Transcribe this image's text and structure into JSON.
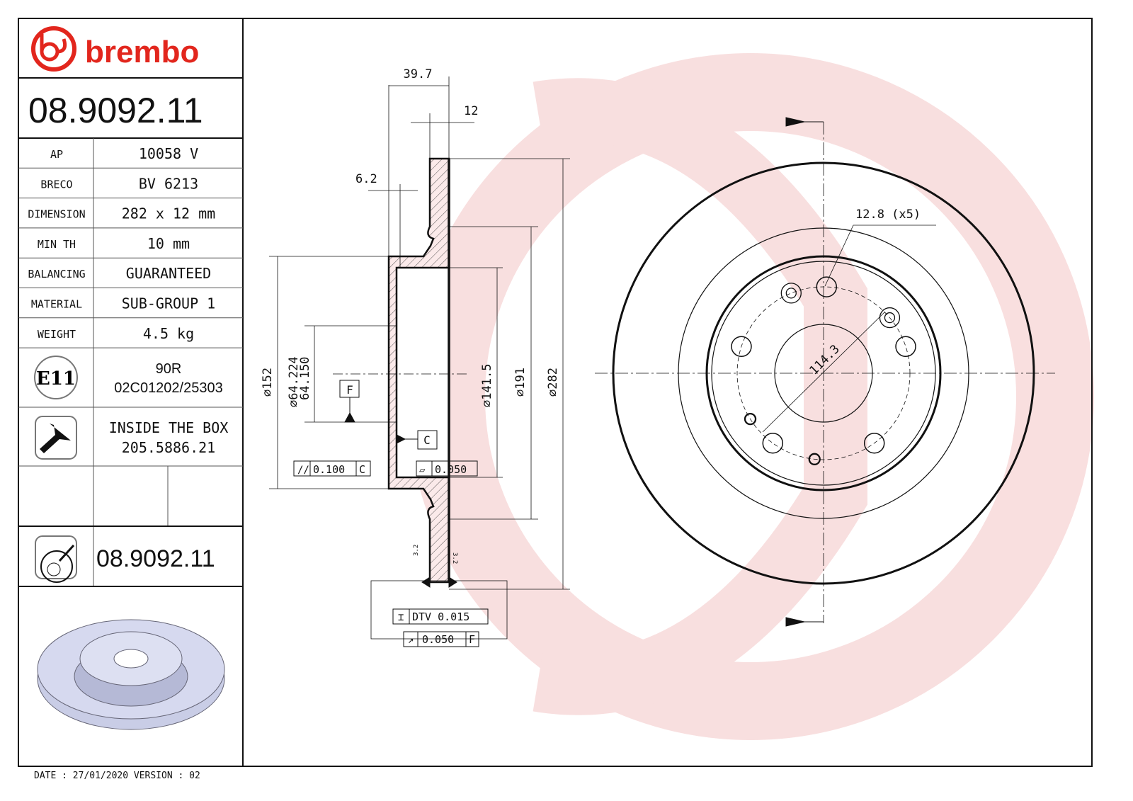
{
  "brand": "brembo",
  "part_number": "08.9092.11",
  "specs": [
    {
      "label": "AP",
      "value": "10058 V"
    },
    {
      "label": "BRECO",
      "value": "BV 6213"
    },
    {
      "label": "DIMENSION",
      "value": "282 x 12 mm"
    },
    {
      "label": "MIN TH",
      "value": "10 mm"
    },
    {
      "label": "BALANCING",
      "value": "GUARANTEED"
    },
    {
      "label": "MATERIAL",
      "value": "SUB-GROUP 1"
    },
    {
      "label": "WEIGHT",
      "value": "4.5 kg"
    }
  ],
  "approval": {
    "mark": "E11",
    "line1": "90R",
    "line2": "02C01202/25303"
  },
  "screw": {
    "line1": "INSIDE THE BOX",
    "line2": "205.5886.21"
  },
  "bottom_part_number": "08.9092.11",
  "footer": "DATE : 27/01/2020 VERSION : 02",
  "dimensions": {
    "overall_width": "39.7",
    "thickness": "12",
    "hat_offset": "6.2",
    "d152": "152",
    "d64a": "64.224",
    "d64b": "64.150",
    "d141": "141.5",
    "d191": "191",
    "d282": "282",
    "bolt_holes": "12.8 (x5)",
    "pcd": "114.3",
    "roughness": "3.2"
  },
  "tolerances": {
    "datum_f": "F",
    "datum_c": "C",
    "parallelism": "0.100",
    "parallelism_ref": "C",
    "flatness": "0.050",
    "dtv": "DTV 0.015",
    "runout": "0.050",
    "runout_ref": "F"
  },
  "colors": {
    "brand_red": "#e2261d",
    "watermark": "#f6d6d6",
    "hatch_fill": "#fbe9e9"
  }
}
